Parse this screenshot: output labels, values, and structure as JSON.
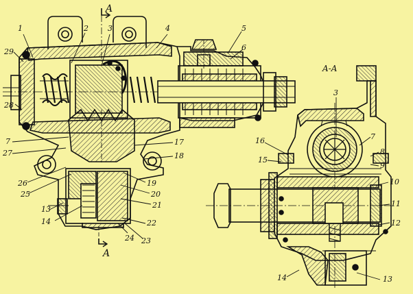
{
  "colors": {
    "background": "#f7f3a1",
    "ink": "#111111",
    "hatch": "#333333"
  },
  "section": {
    "marker_top": "A",
    "marker_bottom": "A",
    "view_title": "A-A"
  },
  "labels": {
    "l1": "1",
    "l2": "2",
    "l3": "3",
    "l4": "4",
    "l5": "5",
    "l6": "6",
    "l7": "7",
    "l17": "17",
    "l18": "18",
    "l19": "19",
    "l20": "20",
    "l21": "21",
    "l22": "22",
    "l23": "23",
    "l24": "24",
    "l25": "25",
    "l26": "26",
    "l27": "27",
    "l28": "28",
    "l29": "29",
    "l13": "13",
    "l14": "14",
    "r3": "3",
    "r7": "7",
    "r8": "8",
    "r9": "9",
    "r10": "10",
    "r11": "11",
    "r12": "12",
    "r13": "13",
    "r14": "14",
    "r15": "15",
    "r16": "16"
  }
}
